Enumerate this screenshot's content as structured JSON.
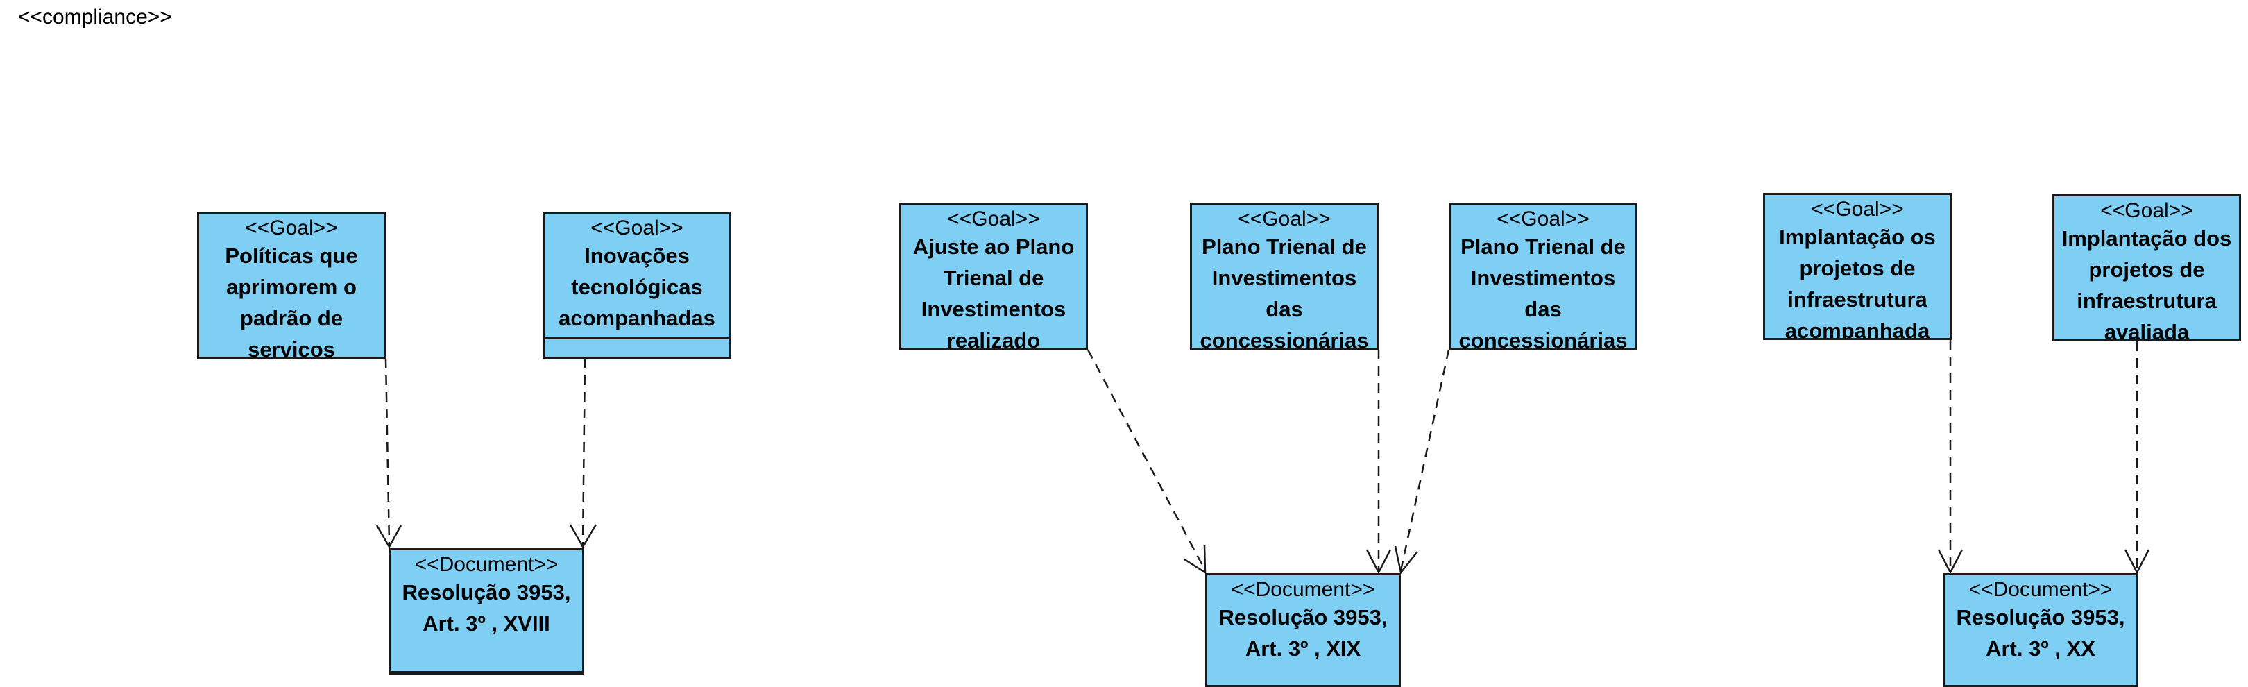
{
  "diagram": {
    "label": "<<compliance>>"
  },
  "goals": [
    {
      "stereotype": "<<Goal>>",
      "title": "Políticas que aprimorem o padrão de serviços prestados"
    },
    {
      "stereotype": "<<Goal>>",
      "title": "Inovações tecnológicas acompanhadas"
    },
    {
      "stereotype": "<<Goal>>",
      "title": "Ajuste ao Plano Trienal de Investimentos realizado"
    },
    {
      "stereotype": "<<Goal>>",
      "title": "Plano Trienal de Investimentos das concessionárias avaliado"
    },
    {
      "stereotype": "<<Goal>>",
      "title": "Plano Trienal de Investimentos das concessionárias divulgado"
    },
    {
      "stereotype": "<<Goal>>",
      "title": "Implantação os projetos de infraestrutura acompanhada"
    },
    {
      "stereotype": "<<Goal>>",
      "title": "Implantação dos projetos de infraestrutura avaliada"
    }
  ],
  "documents": [
    {
      "stereotype": "<<Document>>",
      "title": "Resolução 3953, Art. 3º , XVIII"
    },
    {
      "stereotype": "<<Document>>",
      "title": "Resolução 3953, Art. 3º , XIX"
    },
    {
      "stereotype": "<<Document>>",
      "title": "Resolução 3953, Art. 3º , XX"
    }
  ],
  "colors": {
    "node_fill": "#7fcff5",
    "node_border": "#1a1a1a",
    "arrow": "#1a1a1a"
  }
}
